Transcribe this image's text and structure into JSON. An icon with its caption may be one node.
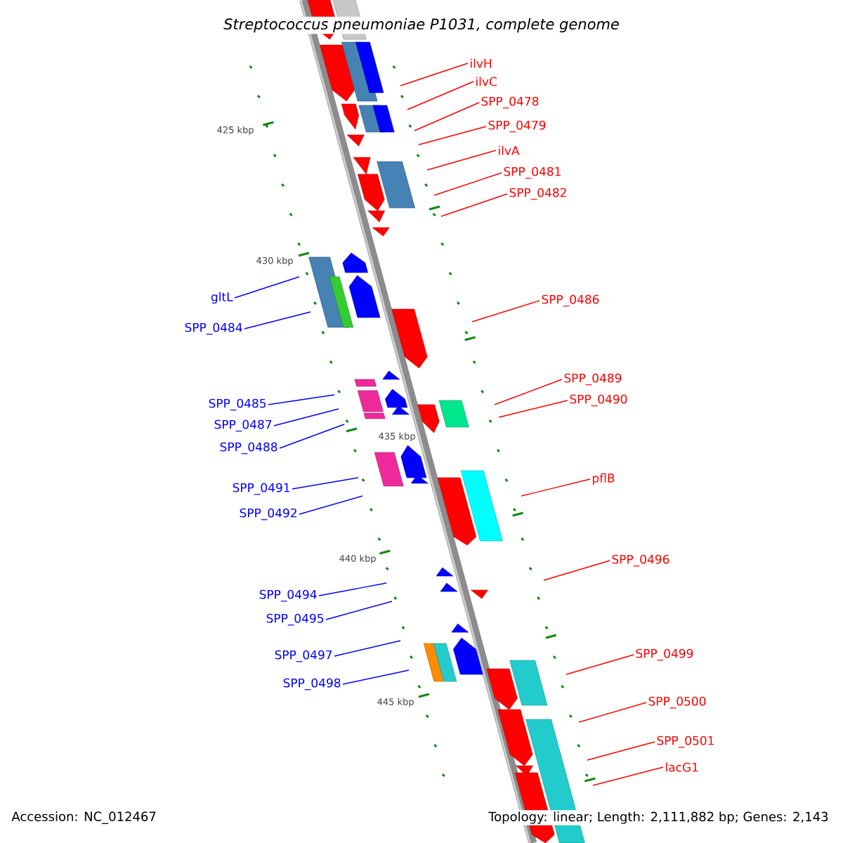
{
  "diagram": {
    "title": "Streptococcus pneumoniae P1031, complete genome",
    "nodes": [
      {
        "text": [
          "ilvH"
        ]
      },
      {
        "text": [
          "ilvC"
        ]
      },
      {
        "text": [
          "SPP_0478"
        ]
      },
      {
        "text": [
          "SPP_0479"
        ]
      },
      {
        "text": [
          "ilvA"
        ]
      },
      {
        "text": [
          "SPP_0481"
        ]
      },
      {
        "text": [
          "SPP_0482"
        ]
      },
      {
        "text": [
          "gltL"
        ]
      },
      {
        "text": [
          "SPP_0484"
        ]
      },
      {
        "text": [
          "SPP_0486"
        ]
      },
      {
        "text": [
          "SPP_0489"
        ]
      },
      {
        "text": [
          "SPP_0485"
        ]
      },
      {
        "text": [
          "SPP_0490"
        ]
      },
      {
        "text": [
          "SPP_0487"
        ]
      },
      {
        "text": [
          "SPP_0488"
        ]
      },
      {
        "text": [
          "pflB"
        ]
      },
      {
        "text": [
          "SPP_0491"
        ]
      },
      {
        "text": [
          "SPP_0492"
        ]
      },
      {
        "text": [
          "SPP_0496"
        ]
      },
      {
        "text": [
          "SPP_0494"
        ]
      },
      {
        "text": [
          "SPP_0495"
        ]
      },
      {
        "text": [
          "SPP_0497"
        ]
      },
      {
        "text": [
          "SPP_0499"
        ]
      },
      {
        "text": [
          "SPP_0498"
        ]
      },
      {
        "text": [
          "SPP_0500"
        ]
      },
      {
        "text": [
          "SPP_0501"
        ]
      },
      {
        "text": [
          "lacG1"
        ]
      }
    ],
    "edges": [
      {
        "from": 0,
        "to": null,
        "arrow": "none"
      },
      {
        "from": 1,
        "to": null,
        "arrow": "none"
      },
      {
        "from": 2,
        "to": null,
        "arrow": "none"
      },
      {
        "from": 3,
        "to": null,
        "arrow": "none"
      },
      {
        "from": 4,
        "to": null,
        "arrow": "none"
      },
      {
        "from": 5,
        "to": null,
        "arrow": "none"
      },
      {
        "from": 6,
        "to": null,
        "arrow": "none"
      },
      {
        "from": 7,
        "to": null,
        "arrow": "none",
        "color": "#0000ff"
      },
      {
        "from": 8,
        "to": null,
        "arrow": "none",
        "color": "#0000ff"
      },
      {
        "from": 9,
        "to": null,
        "arrow": "none"
      },
      {
        "from": 10,
        "to": null,
        "arrow": "none"
      },
      {
        "from": 11,
        "to": null,
        "arrow": "none",
        "color": "#0000ff"
      },
      {
        "from": 12,
        "to": null,
        "arrow": "none"
      },
      {
        "from": 13,
        "to": null,
        "arrow": "none",
        "color": "#0000ff"
      },
      {
        "from": 14,
        "to": null,
        "arrow": "none",
        "color": "#0000ff"
      },
      {
        "from": 15,
        "to": null,
        "arrow": "none"
      },
      {
        "from": 16,
        "to": null,
        "arrow": "none",
        "color": "#0000ff"
      },
      {
        "from": 17,
        "to": null,
        "arrow": "none",
        "color": "#0000ff"
      },
      {
        "from": 18,
        "to": null,
        "arrow": "none"
      },
      {
        "from": 19,
        "to": null,
        "arrow": "none",
        "color": "#0000ff"
      },
      {
        "from": 20,
        "to": null,
        "arrow": "none",
        "color": "#0000ff"
      },
      {
        "from": 21,
        "to": null,
        "arrow": "none",
        "color": "#0000ff"
      },
      {
        "from": 22,
        "to": null,
        "arrow": "none"
      },
      {
        "from": 23,
        "to": null,
        "arrow": "none",
        "color": "#0000ff"
      },
      {
        "from": 24,
        "to": null,
        "arrow": "none"
      },
      {
        "from": 25,
        "to": null,
        "arrow": "none"
      },
      {
        "from": 26,
        "to": null,
        "arrow": "none"
      }
    ],
    "labels": [
      "425 kbp",
      "430 kbp",
      "435 kbp",
      "440 kbp",
      "445 kbp",
      "Accession: NC_012467",
      "Topology: linear; Length: 2,111,882 bp; Genes: 2,143"
    ]
  }
}
